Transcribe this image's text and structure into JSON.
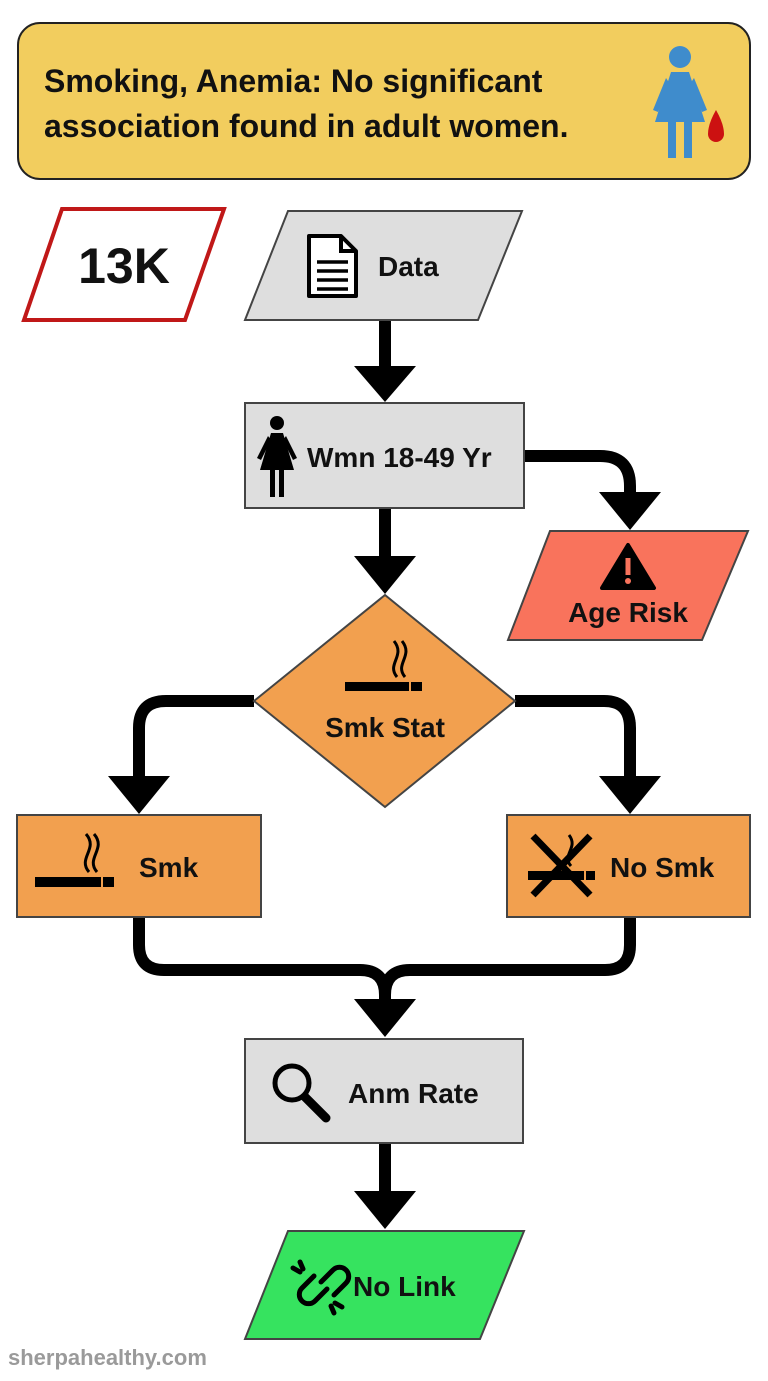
{
  "header": {
    "title_line1": "Smoking, Anemia: No significant",
    "title_line2": "association found in adult women.",
    "icon": "woman-blood-drop-icon"
  },
  "sample_badge": {
    "label": "13K"
  },
  "nodes": {
    "data": {
      "label": "Data",
      "icon": "document-icon"
    },
    "women": {
      "label": "Wmn 18-49 Yr",
      "icon": "woman-icon"
    },
    "age_risk": {
      "label": "Age Risk",
      "icon": "warning-icon"
    },
    "smoking_status": {
      "label": "Smk Stat",
      "icon": "cigarette-icon"
    },
    "smoker": {
      "label": "Smk",
      "icon": "cigarette-icon"
    },
    "non_smoker": {
      "label": "No Smk",
      "icon": "no-smoking-icon"
    },
    "anemia_rate": {
      "label": "Anm Rate",
      "icon": "magnifier-icon"
    },
    "result": {
      "label": "No Link",
      "icon": "broken-link-icon"
    }
  },
  "footer": {
    "text": "sherpahealthy.com"
  },
  "colors": {
    "header_bg": "#f2cd5e",
    "process_gray": "#dedede",
    "decision_orange": "#f2a04f",
    "risk_red": "#f9735c",
    "result_green": "#36e35f",
    "badge_border": "#c01818",
    "icon_blue": "#3f8ccc",
    "drop_red": "#cc1111"
  }
}
